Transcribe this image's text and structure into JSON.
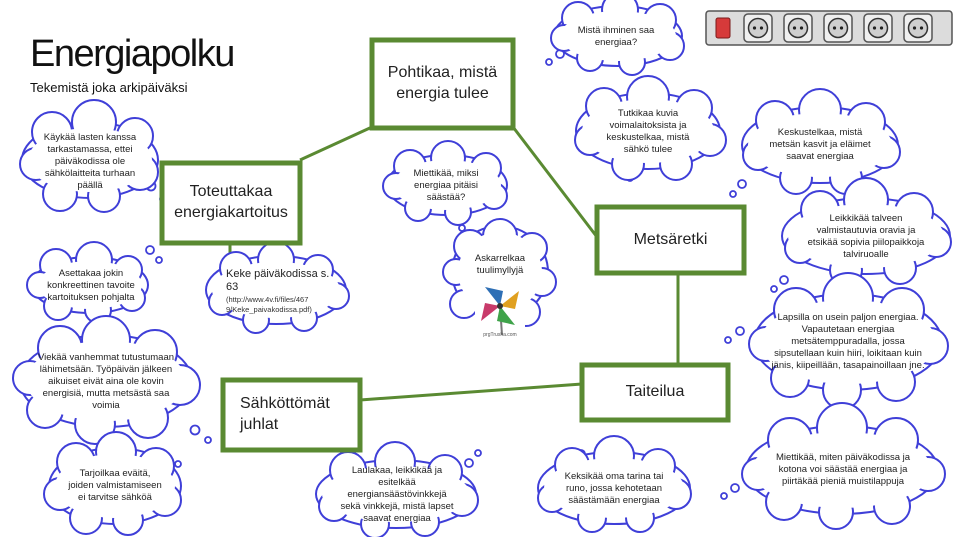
{
  "title": "Energiapolku",
  "subtitle": "Tekemistä joka arkipäiväksi",
  "boxes": {
    "toteuttakaa": "Toteuttakaa energiakartoitus",
    "pohtikaa": "Pohtikaa, mistä energia tulee",
    "metsaretki": "Metsäretki",
    "taiteilua": "Taiteilua",
    "sahkottomat": "Sähköttömät juhlat"
  },
  "clouds": {
    "kaykaa": "Käykää lasten kanssa tarkastamassa, ettei päiväkodissa ole sähkölaitteita turhaan päällä",
    "asettakaa": "Asettakaa jokin konkreettinen tavoite kartoituksen pohjalta",
    "viekaa": "Viekää vanhemmat tutustumaan lähimetsään. Työpäivän jälkeen aikuiset eivät aina ole kovin energisiä, mutta metsästä saa voimia",
    "tarjoilkaa": "Tarjoilkaa eväitä, joiden valmistamiseen ei tarvitse sähköä",
    "laulakaa": "Laulakaa, leikkikää ja esitelkää energiansäästövinkkejä sekä vinkkejä, mistä lapset saavat energiaa",
    "miettikaa_miksi": "Miettikää, miksi energiaa pitäisi säästää?",
    "mista_ihminen": "Mistä ihminen saa energiaa?",
    "tutkikaa": "Tutkikaa kuvia voimalaitoksista ja keskustelkaa, mistä sähkö tulee",
    "keskustelkaa": "Keskustelkaa, mistä metsän kasvit ja eläimet saavat energiaa",
    "leikkikaa": "Leikkikää talveen valmistautuvia oravia ja etsikää sopivia piilopaikkoja talviruoalle",
    "lapsilla": "Lapsilla on usein paljon energiaa. Vapautetaan energiaa metsätemppuradalla, jossa sipsutellaan kuin hiiri, loikitaan kuin jänis, kiipeillään, tasapainoillaan jne.",
    "miettikaa_miten": "Miettikää, miten päiväkodissa ja kotona voi säästää energiaa ja piirtäkää pieniä muistilappuja",
    "keksikaa": "Keksikää oma tarina tai runo, jossa kehotetaan säästämään energiaa",
    "askarrelkaa": "Askarrelkaa tuulimyllyjä"
  },
  "reference": {
    "line1": "Keke päiväkodissa s. 63",
    "line2": "(http://www.4v.fi/files/467 9/Keke_paivakodissa.pdf)"
  },
  "pinwheel_caption": "prgTrusha.com",
  "colors": {
    "box_border": "#5a8a32",
    "connector": "#5a8a32",
    "cloud_border": "#3f3fd8",
    "power_strip": "#dcdcdc",
    "power_switch": "#d63a3a"
  },
  "icons": [
    "power-strip-icon",
    "pinwheel-icon"
  ]
}
